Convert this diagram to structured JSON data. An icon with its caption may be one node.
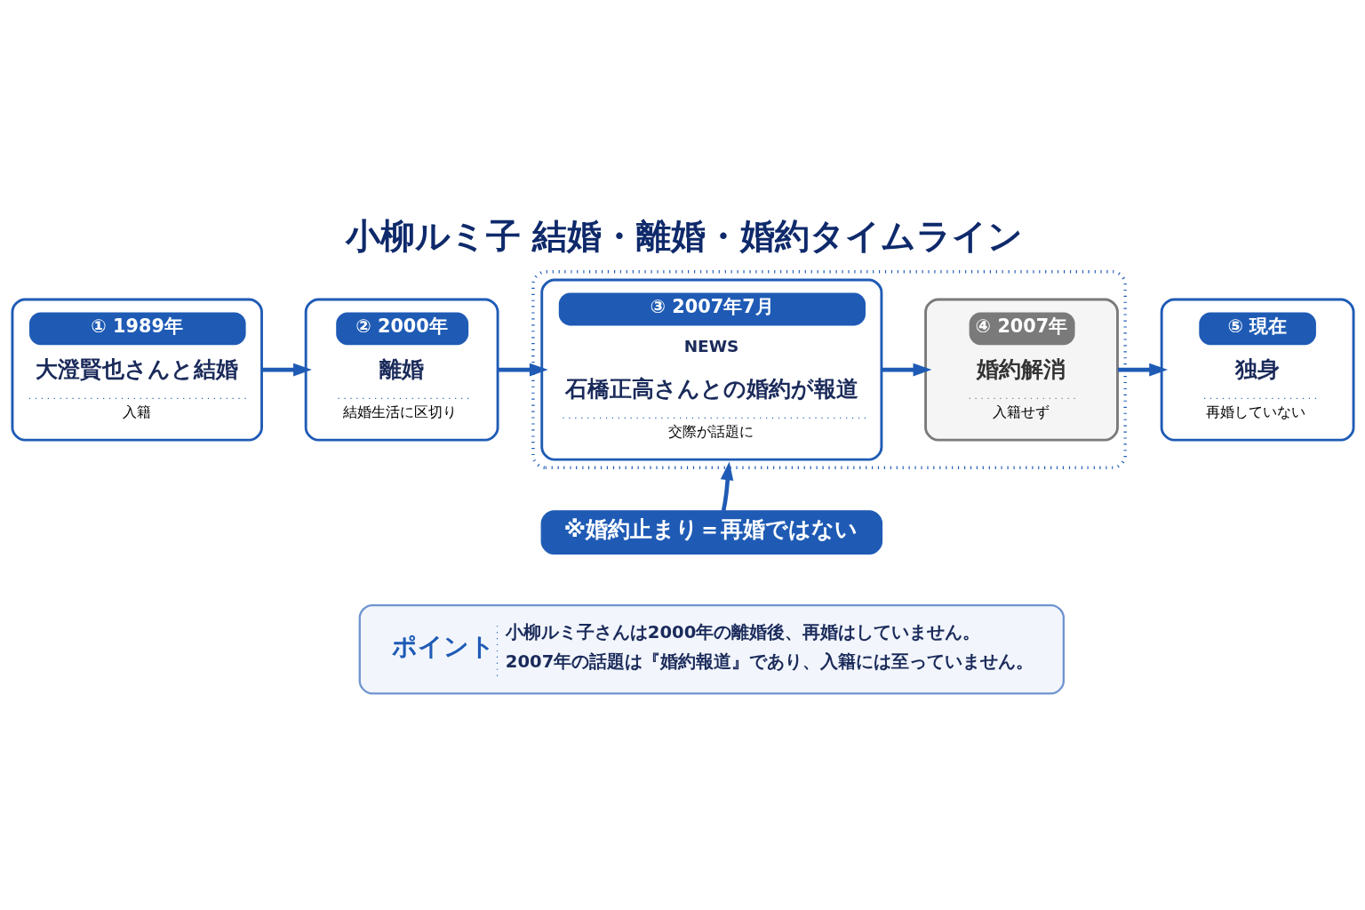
{
  "diagram": {
    "title": "小柳ルミ子 結婚・離婚・婚約タイムライン",
    "nodes": [
      {
        "text": [
          "① 1989年",
          "大澄賢也さんと結婚",
          "入籍"
        ]
      },
      {
        "text": [
          "② 2000年",
          "離婚",
          "結婚生活に区切り"
        ]
      },
      {
        "text": [],
        "shape": "box"
      },
      {
        "text": [
          "③ 2007年7月",
          "NEWS",
          "石橋正高さんとの婚約が報道",
          "交際が話題に"
        ],
        "in": 2
      },
      {
        "text": [
          "④ 2007年",
          "婚約解消",
          "入籍せず"
        ],
        "in": 2
      },
      {
        "text": [
          "⑤ 現在",
          "独身",
          "再婚していない"
        ]
      },
      {
        "text": [
          "※婚約止まり＝再婚ではない"
        ]
      },
      {
        "text": [
          "ポイント",
          "小柳ルミ子さんは2000年の離婚後、再婚はしていません。",
          "2007年の話題は『婚約報道』であり、入籍には至っていません。"
        ]
      }
    ],
    "edges": [
      {
        "from": 0,
        "to": 1,
        "arrow": "to"
      },
      {
        "from": 1,
        "to": 3,
        "arrow": "to"
      },
      {
        "from": 3,
        "to": 4,
        "arrow": "to"
      },
      {
        "from": 4,
        "to": 5,
        "arrow": "to"
      },
      {
        "from": 6,
        "to": 2,
        "arrow": "to"
      }
    ]
  }
}
